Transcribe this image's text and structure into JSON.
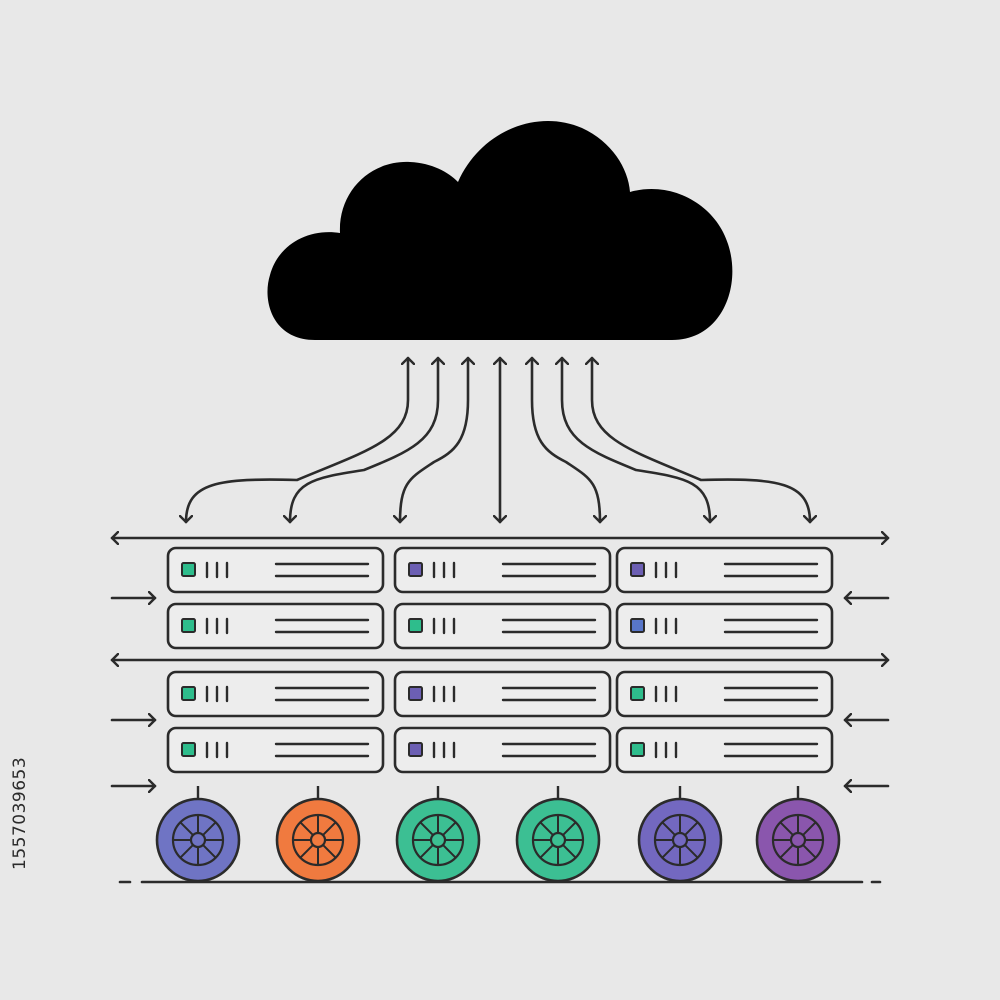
{
  "stock_id": "1557039653",
  "colors": {
    "background": "#e8e8e8",
    "outline": "#2b2b2b",
    "cloud": "#000000",
    "panel": "#ededed",
    "led_green": "#2ebd8c",
    "led_purple": "#6c5fb3",
    "led_blue": "#5876c9"
  },
  "cloud": {
    "icon": "cloud-icon"
  },
  "server_grid": {
    "led_colors": [
      [
        "green",
        "purple",
        "purple"
      ],
      [
        "green",
        "green",
        "blue"
      ],
      [
        "green",
        "purple",
        "green"
      ],
      [
        "green",
        "purple",
        "green"
      ]
    ]
  },
  "drives": {
    "icon": "disk-drive-icon",
    "colors": [
      "#6f74c4",
      "#f07a3f",
      "#3cbf93",
      "#3cbf93",
      "#7368c0",
      "#8a56ad"
    ]
  },
  "arrows": {
    "icon": "arrow-icon",
    "cloud_link_count": 7
  }
}
